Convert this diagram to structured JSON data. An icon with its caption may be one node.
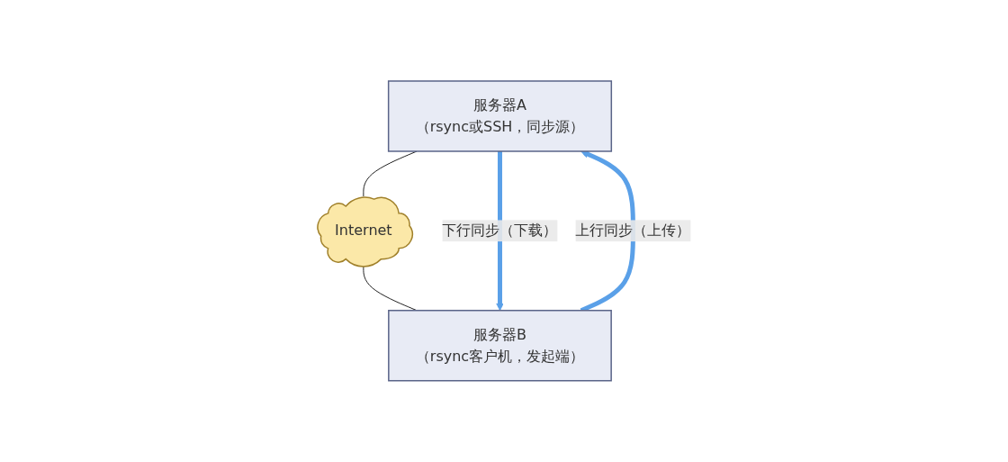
{
  "diagram": {
    "nodes": [
      {
        "text": [
          "服务器A",
          "（rsync或SSH，同步源）"
        ]
      },
      {
        "text": [
          "Internet"
        ]
      },
      {
        "text": [
          "服务器B",
          "（rsync客户机，发起端）"
        ]
      }
    ],
    "edges": [
      {
        "from": 0,
        "to": 1,
        "arrow": "none"
      },
      {
        "from": 1,
        "to": 2,
        "arrow": "none"
      },
      {
        "from": 0,
        "to": 2,
        "arrow": "to",
        "label": "下行同步（下载）",
        "style": "thick",
        "color": "#5aa0e8"
      },
      {
        "from": 2,
        "to": 0,
        "arrow": "to",
        "label": "上行同步（上传）",
        "style": "thick",
        "color": "#5aa0e8"
      }
    ]
  }
}
